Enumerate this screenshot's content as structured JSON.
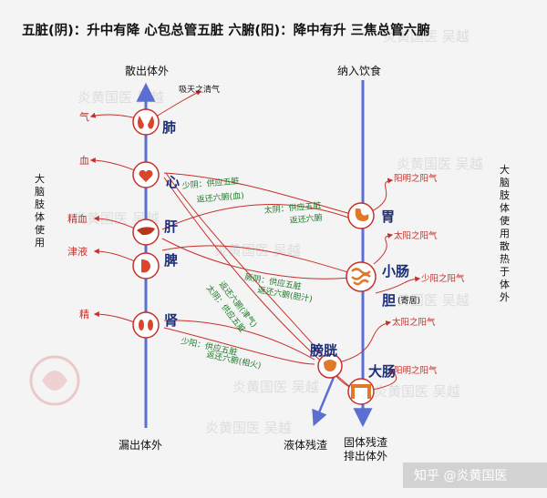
{
  "title": "五脏(阴)：升中有降 心包总管五脏   六腑(阳)：降中有升 三焦总管六腑",
  "left_axis": {
    "top": "散出体外",
    "bottom": "漏出体外"
  },
  "right_axis": {
    "top": "纳入饮食",
    "bottom_solid": "固体残渣",
    "bottom_solid2": "排出体外",
    "bottom_liquid": "液体残渣"
  },
  "left_side": "大脑肢体使用",
  "right_side": "大脑肢体使用散热于体外",
  "air": "吸天之清气",
  "zang": {
    "lung": "肺",
    "heart": "心",
    "liver": "肝",
    "spleen": "脾",
    "kidney": "肾"
  },
  "zang_out": {
    "lung": "气",
    "heart": "血",
    "liver": "精血",
    "spleen": "津液",
    "kidney": "精"
  },
  "fu": {
    "stomach": "胃",
    "small": "小肠",
    "gall": "胆",
    "gall_note": "(寄居)",
    "bladder": "膀胱",
    "large": "大肠"
  },
  "fu_out": {
    "stomach": "阳明之阳气",
    "small": "太阳之阳气",
    "gall": "少阳之阳气",
    "bladder": "太阳之阳气",
    "large": "阳明之阳气"
  },
  "channels": {
    "shaoyin_top_1": "少阴：供应五脏",
    "shaoyin_top_2": "返还六腑(血)",
    "taiyin_1": "太阴：供应五脏",
    "taiyin_2": "返还六腑",
    "jueyin_1": "厥阴：供应五脏",
    "jueyin_2": "返还六腑(胆汁)",
    "taiyin_diag_1": "太阴：供应五脏",
    "taiyin_diag_2": "返还六腑(津气)",
    "shaoyang_1": "少阳：供应五脏",
    "shaoyang_2": "返还六腑(相火)"
  },
  "watermark": "炎黄国医 吴越",
  "brand": "知乎 @炎黄国医",
  "colors": {
    "axis": "#5a6fd0",
    "red": "#c8302a",
    "green": "#1f7a2a",
    "navy": "#1b2d7a"
  }
}
